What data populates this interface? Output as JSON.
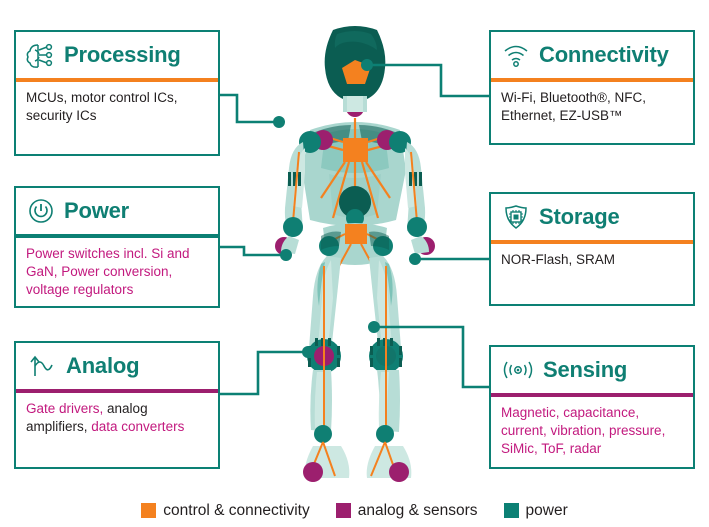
{
  "colors": {
    "teal": "#0c8074",
    "teal_title": "#0f7f73",
    "orange": "#f4811f",
    "purple": "#9c1f6e",
    "magenta": "#c2197e",
    "dark_text": "#231f20",
    "robot_dark_teal": "#0b5d52",
    "robot_mid_teal": "#2f9e8c",
    "robot_light": "#b7ddd6",
    "robot_pale": "#cde8e2",
    "white": "#ffffff"
  },
  "cards": [
    {
      "id": "processing",
      "title": "Processing",
      "icon": "brain-neural-icon",
      "divider_color": "#f4811f",
      "body_segments": [
        {
          "text": "MCUs, motor control ICs, security ICs",
          "color": "#231f20"
        }
      ]
    },
    {
      "id": "power",
      "title": "Power",
      "icon": "power-button-icon",
      "divider_color": "#0c8074",
      "body_segments": [
        {
          "text": "Power switches incl. Si and GaN, Power conversion, voltage regulators",
          "color": "#c2197e"
        }
      ]
    },
    {
      "id": "analog",
      "title": "Analog",
      "icon": "waveform-icon",
      "divider_color": "#9c1f6e",
      "body_segments": [
        {
          "text": "Gate drivers,",
          "color": "#c2197e"
        },
        {
          "text": " analog amplifiers,",
          "color": "#231f20"
        },
        {
          "text": " data converters",
          "color": "#c2197e"
        }
      ]
    },
    {
      "id": "connectivity",
      "title": "Connectivity",
      "icon": "wifi-icon",
      "divider_color": "#f4811f",
      "body_segments": [
        {
          "text": "Wi-Fi, Bluetooth®, NFC, Ethernet, EZ-USB™",
          "color": "#231f20"
        }
      ]
    },
    {
      "id": "storage",
      "title": "Storage",
      "icon": "chip-shield-icon",
      "divider_color": "#f4811f",
      "body_segments": [
        {
          "text": "NOR-Flash, SRAM",
          "color": "#231f20"
        }
      ]
    },
    {
      "id": "sensing",
      "title": "Sensing",
      "icon": "signal-waves-icon",
      "divider_color": "#9c1f6e",
      "body_segments": [
        {
          "text": "Magnetic, capacitance, current, vibration, pressure, SiMic, ToF, radar",
          "color": "#c2197e"
        }
      ]
    }
  ],
  "legend": [
    {
      "label": "control & connectivity",
      "color": "#f4811f",
      "swatch": "orange-swatch"
    },
    {
      "label": "analog & sensors",
      "color": "#9c1f6e",
      "swatch": "purple-swatch"
    },
    {
      "label": "power",
      "color": "#0c8074",
      "swatch": "teal-swatch"
    }
  ],
  "figure": {
    "name": "humanoid-robot-diagram",
    "description": "Stylized humanoid robot with colored node markers at joints"
  }
}
